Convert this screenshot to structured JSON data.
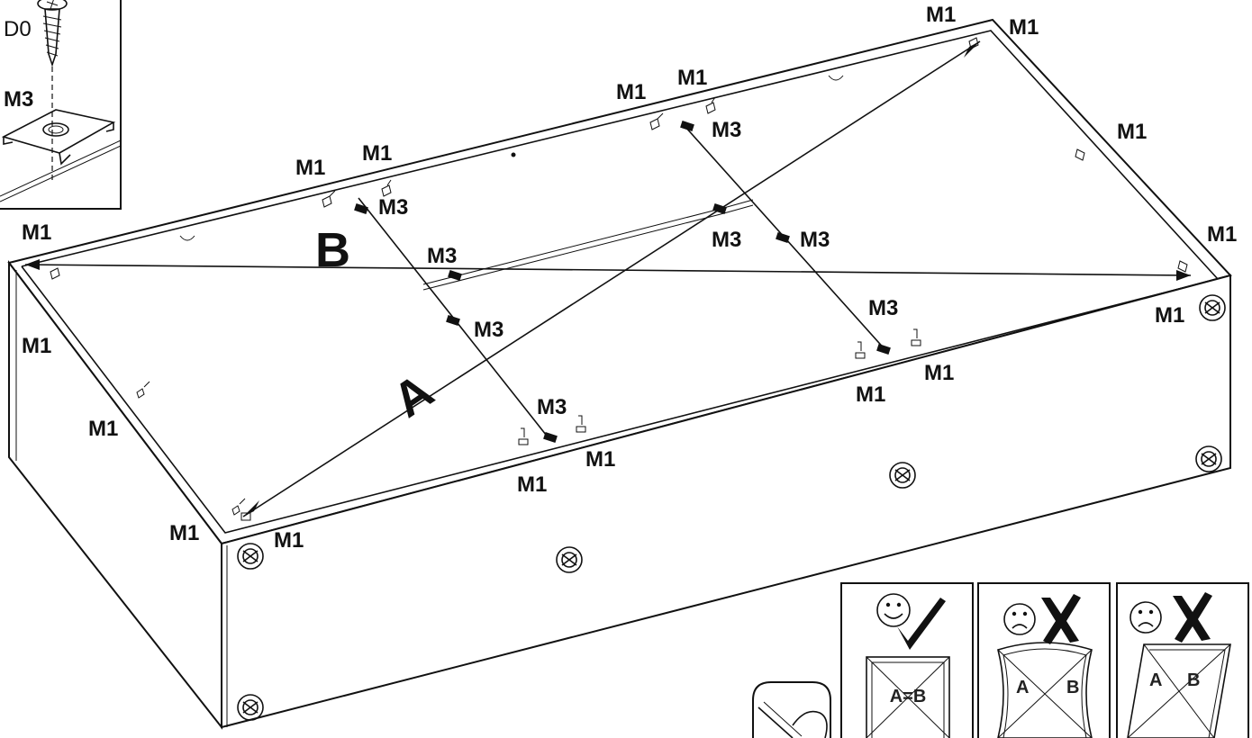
{
  "inset": {
    "screw_label": "D0",
    "bracket_label": "M3"
  },
  "diagonals": {
    "a_label": "A",
    "b_label": "B"
  },
  "labels": {
    "m1": "M1",
    "m3": "M3"
  },
  "check_panels": [
    {
      "state": "correct",
      "face": "smile",
      "mark": "check",
      "text": "A=B"
    },
    {
      "state": "wrong",
      "face": "frown",
      "mark": "cross",
      "text_a": "A",
      "text_b": "B"
    },
    {
      "state": "wrong",
      "face": "frown",
      "mark": "cross",
      "text_a": "A",
      "text_b": "B"
    }
  ],
  "icons": [
    "screw-icon",
    "bracket-icon",
    "tape-measure-icon",
    "smiley-icon",
    "frown-icon",
    "check-mark-icon",
    "cross-mark-icon",
    "foot-pad-icon"
  ]
}
